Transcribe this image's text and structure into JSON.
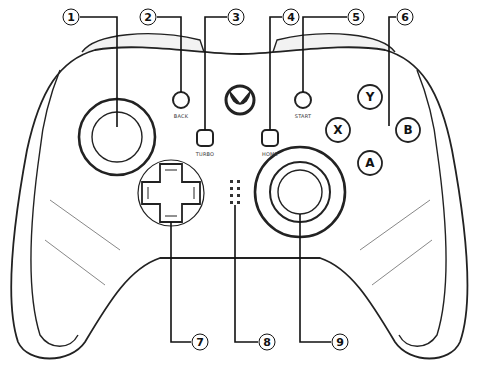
{
  "diagram": {
    "labels": [
      "1",
      "2",
      "3",
      "4",
      "5",
      "6",
      "BACK",
      "TURBO",
      "HOME",
      "START",
      "Y",
      "X",
      "B",
      "A",
      "7",
      "8",
      "9"
    ]
  }
}
